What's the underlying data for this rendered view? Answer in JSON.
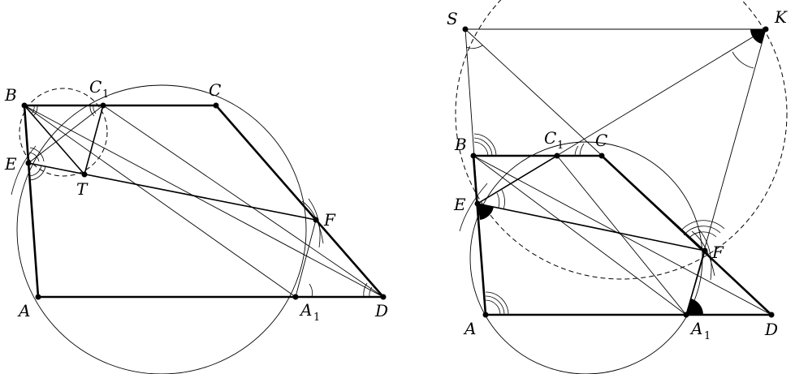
{
  "figures": [
    {
      "id": "left",
      "labels": {
        "A": "A",
        "B": "B",
        "C1": "C",
        "C1_sub": "1",
        "C": "C",
        "E": "E",
        "T": "T",
        "F": "F",
        "A1": "A",
        "A1_sub": "1",
        "D": "D"
      }
    },
    {
      "id": "right",
      "labels": {
        "S": "S",
        "K": "K",
        "B": "B",
        "C1": "C",
        "C1_sub": "1",
        "C": "C",
        "E": "E",
        "F": "F",
        "A": "A",
        "A1": "A",
        "A1_sub": "1",
        "D": "D"
      }
    }
  ],
  "colors": {
    "ink": "#000000",
    "background": "#ffffff"
  }
}
